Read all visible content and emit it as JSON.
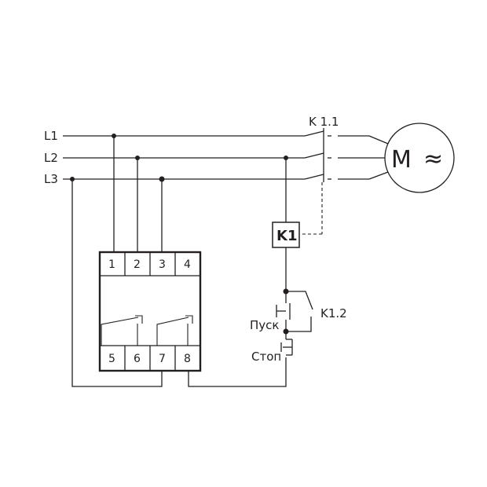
{
  "lines": [
    {
      "id": "L1",
      "label": "L1"
    },
    {
      "id": "L2",
      "label": "L2"
    },
    {
      "id": "L3",
      "label": "L3"
    }
  ],
  "contactor_main_label": "K 1.1",
  "motor": {
    "symbol": "M",
    "ac_symbol": "≈"
  },
  "coil_label": "K1",
  "relay": {
    "top_terminals": [
      "1",
      "2",
      "3",
      "4"
    ],
    "bottom_terminals": [
      "5",
      "6",
      "7",
      "8"
    ]
  },
  "aux_contact_label": "K1.2",
  "start_button_label": "Пуск",
  "stop_button_label": "Стоп",
  "colors": {
    "stroke": "#231f20",
    "background": "#ffffff"
  }
}
